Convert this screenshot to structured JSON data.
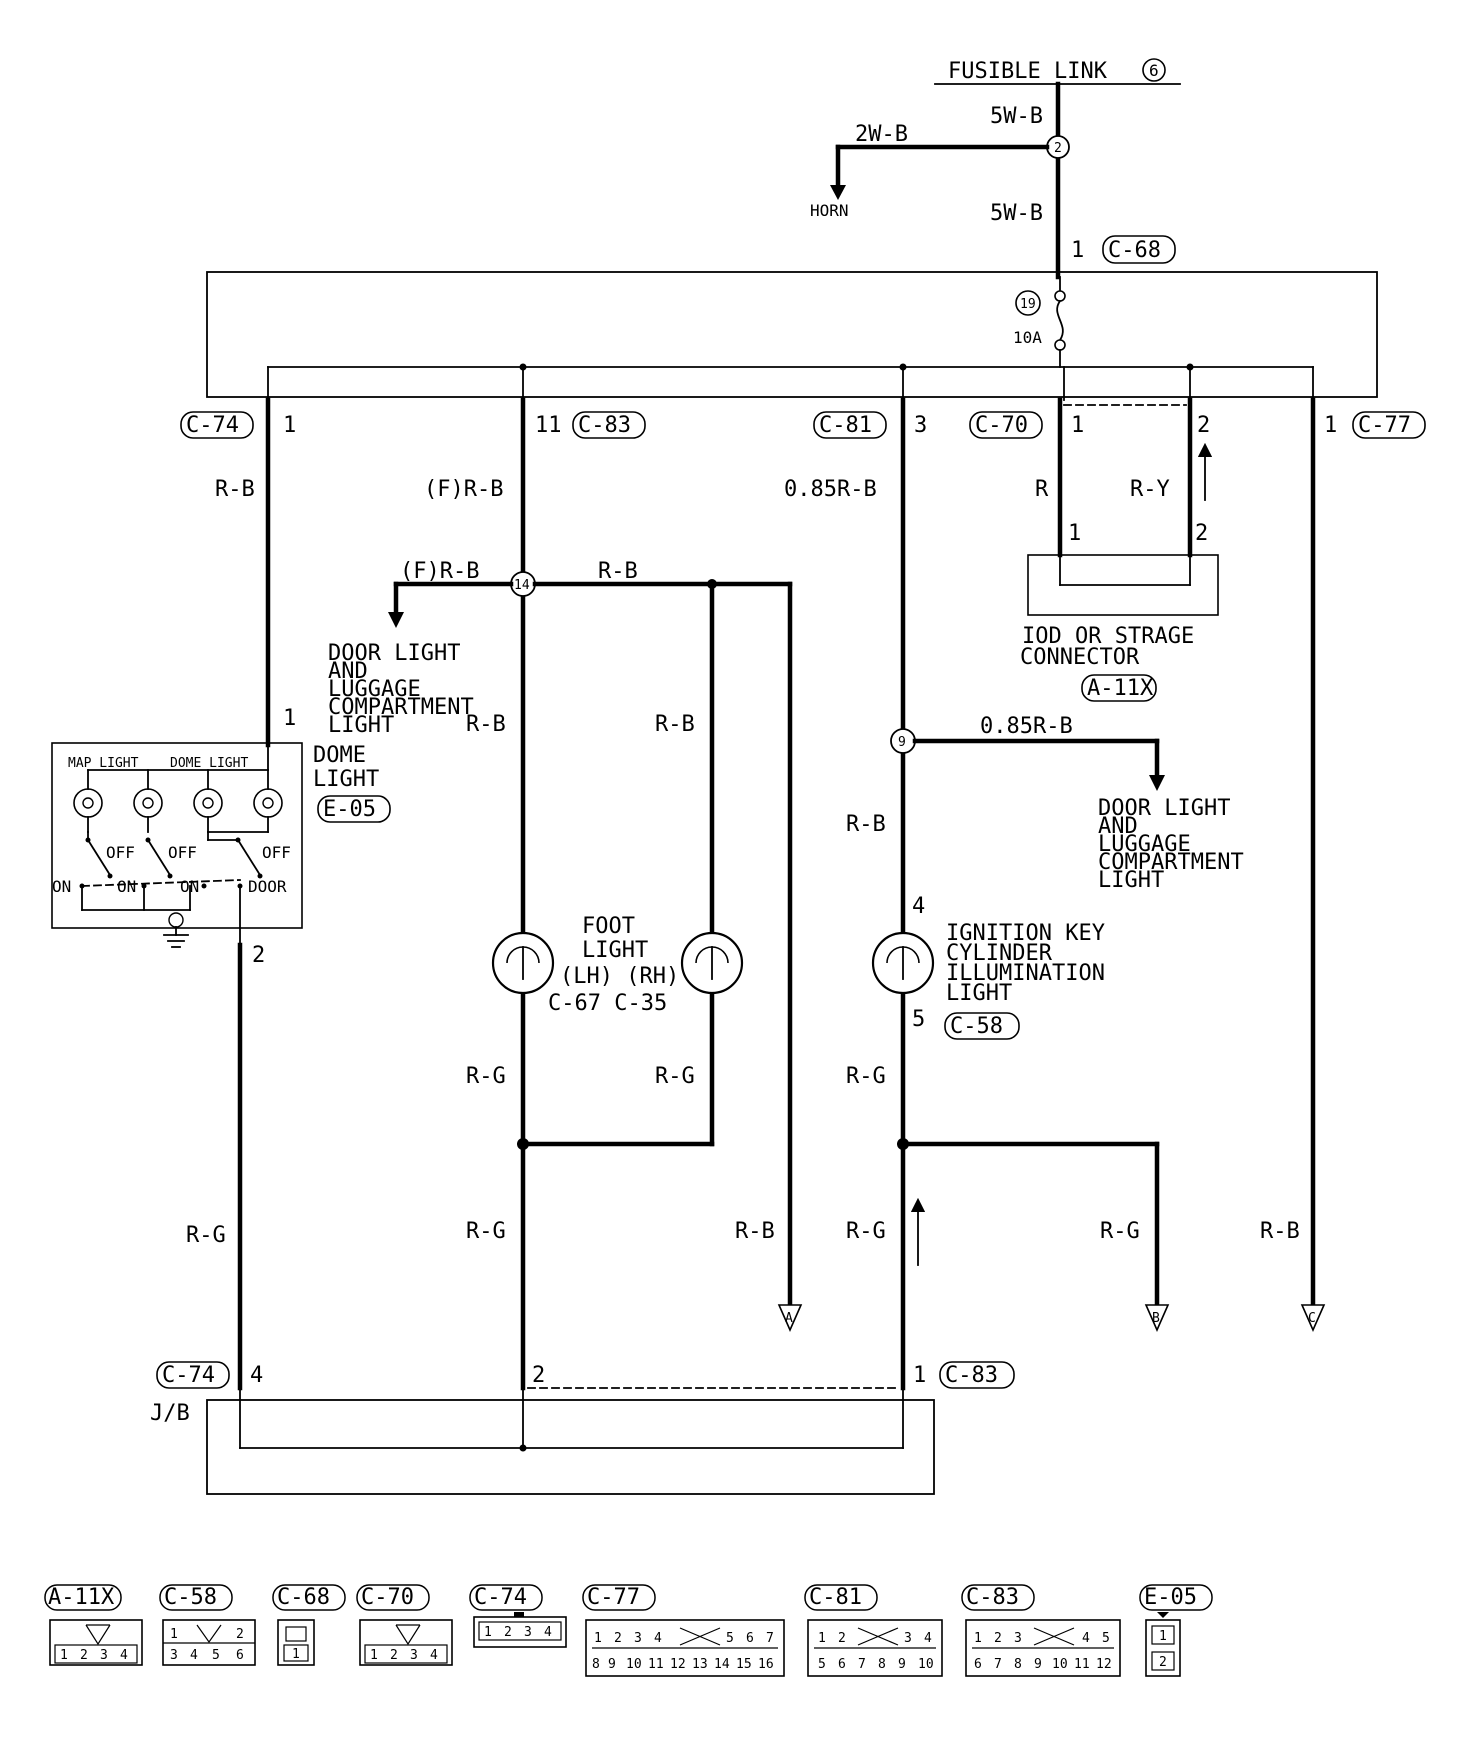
{
  "top": {
    "fusible_link": "FUSIBLE LINK",
    "fusible_link_num": "6",
    "wire_top": "5W-B",
    "junction_2": "2",
    "horn_wire": "2W-B",
    "horn": "HORN",
    "wire_mid": "5W-B",
    "c68_pin": "1",
    "c68": "C-68",
    "fuse_num": "19",
    "fuse_amp": "10A"
  },
  "jb_outputs": {
    "c74": "C-74",
    "c74_pin": "1",
    "c83_pin": "11",
    "c83": "C-83",
    "c81": "C-81",
    "c81_pin": "3",
    "c70": "C-70",
    "c70_pin1": "1",
    "c70_pin2": "2",
    "c77_pin": "1",
    "c77": "C-77"
  },
  "wires": {
    "rb_dome": "R-B",
    "f_rb": "(F)R-B",
    "r085": "0.85R-B",
    "r": "R",
    "ry": "R-Y",
    "f_rb_branch": "(F)R-B",
    "rb_branch": "R-B",
    "rb_foot_lh": "R-B",
    "rb_foot_rh": "R-B",
    "r085_branch": "0.85R-B",
    "rb_ign": "R-B",
    "rg_lh": "R-G",
    "rg_rh": "R-G",
    "rg_ign": "R-G",
    "rg_dome": "R-G",
    "rg_mid": "R-G",
    "rb_a": "R-B",
    "rg_right": "R-G",
    "rg_b": "R-G",
    "rb_c": "R-B"
  },
  "iod": {
    "pin1": "1",
    "pin2": "2",
    "line1": "IOD OR STRAGE",
    "line2": "CONNECTOR",
    "conn": "A-11X"
  },
  "junctions": {
    "j14": "14",
    "j9": "9"
  },
  "door_light_1": [
    "DOOR LIGHT",
    "AND",
    "LUGGAGE",
    "COMPARTMENT",
    "LIGHT"
  ],
  "door_light_2": [
    "DOOR LIGHT",
    "AND",
    "LUGGAGE",
    "COMPARTMENT",
    "LIGHT"
  ],
  "dome": {
    "pin1": "1",
    "map_light": "MAP LIGHT",
    "dome_light_label": "DOME LIGHT",
    "title1": "DOME",
    "title2": "LIGHT",
    "conn": "E-05",
    "off1": "OFF",
    "off2": "OFF",
    "off3": "OFF",
    "on1": "ON",
    "on2": "ON",
    "on3": "ON",
    "door": "DOOR",
    "pin2": "2"
  },
  "foot": {
    "line1": "FOOT",
    "line2": "LIGHT",
    "line3": "(LH) (RH)",
    "line4": "C-67 C-35"
  },
  "ign": {
    "pin4": "4",
    "pin5": "5",
    "line1": "IGNITION KEY",
    "line2": "CYLINDER",
    "line3": "ILLUMINATION",
    "line4": "LIGHT",
    "conn": "C-58"
  },
  "bottom": {
    "c74": "C-74",
    "c74_pin": "4",
    "jb": "J/B",
    "pin2": "2",
    "c83_pin": "1",
    "c83": "C-83",
    "term_a": "A",
    "term_b": "B",
    "term_c": "C"
  },
  "connectors": {
    "a11x": {
      "name": "A-11X",
      "row1": [
        "1",
        "2",
        "3",
        "4"
      ]
    },
    "c58": {
      "name": "C-58",
      "row1": [
        "1",
        "2"
      ],
      "row2": [
        "3",
        "4",
        "5",
        "6"
      ]
    },
    "c68": {
      "name": "C-68",
      "pin": "1"
    },
    "c70": {
      "name": "C-70",
      "row1": [
        "1",
        "2",
        "3",
        "4"
      ]
    },
    "c74": {
      "name": "C-74",
      "row1": [
        "1",
        "2",
        "3",
        "4"
      ]
    },
    "c77": {
      "name": "C-77",
      "row1a": [
        "1",
        "2",
        "3",
        "4"
      ],
      "row1b": [
        "5",
        "6",
        "7"
      ],
      "row2": [
        "8",
        "9",
        "10",
        "11",
        "12",
        "13",
        "14",
        "15",
        "16"
      ]
    },
    "c81": {
      "name": "C-81",
      "row1a": [
        "1",
        "2"
      ],
      "row1b": [
        "3",
        "4"
      ],
      "row2": [
        "5",
        "6",
        "7",
        "8",
        "9",
        "10"
      ]
    },
    "c83": {
      "name": "C-83",
      "row1a": [
        "1",
        "2",
        "3"
      ],
      "row1b": [
        "4",
        "5"
      ],
      "row2": [
        "6",
        "7",
        "8",
        "9",
        "10",
        "11",
        "12"
      ]
    },
    "e05": {
      "name": "E-05",
      "pin1": "1",
      "pin2": "2"
    }
  }
}
